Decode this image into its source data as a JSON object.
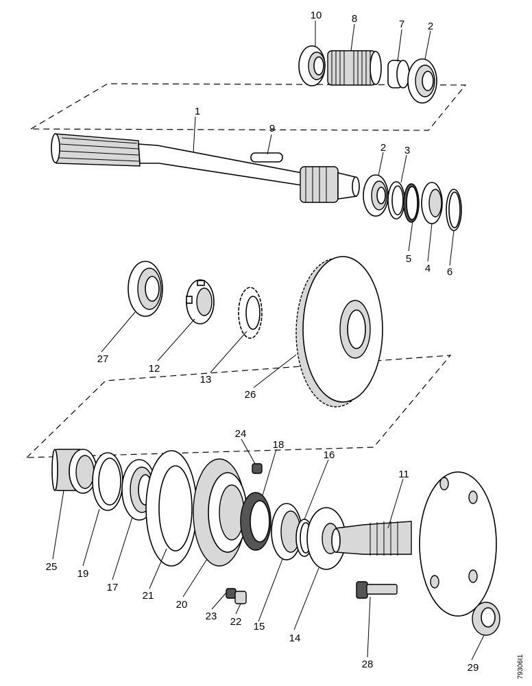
{
  "diagram": {
    "callouts": [
      "1",
      "2",
      "3",
      "4",
      "5",
      "6",
      "7",
      "8",
      "9",
      "10",
      "11",
      "12",
      "13",
      "14",
      "15",
      "16",
      "17",
      "18",
      "19",
      "20",
      "21",
      "22",
      "23",
      "24",
      "25",
      "26",
      "27",
      "28",
      "29"
    ],
    "callout_2_lower": "2",
    "drawing_code": "79306I1"
  }
}
